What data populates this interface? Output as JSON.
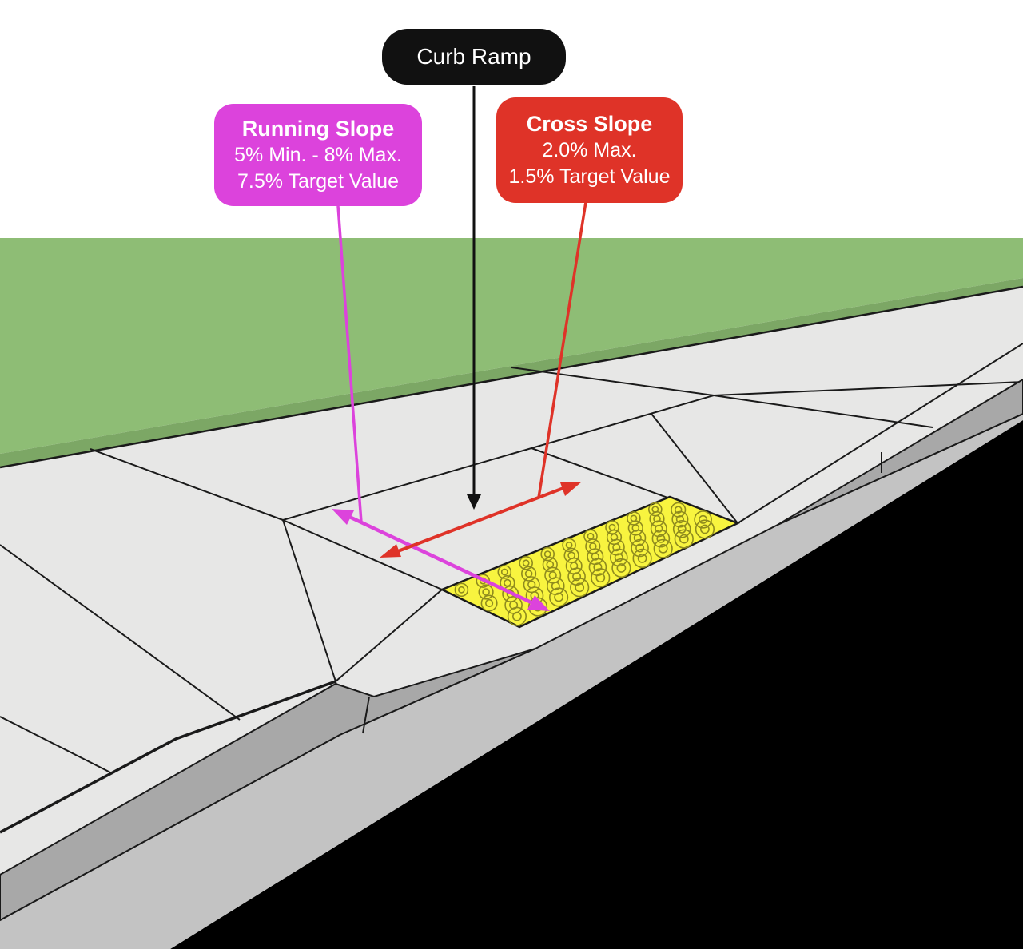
{
  "callouts": {
    "curb_ramp": {
      "label": "Curb Ramp"
    },
    "running_slope": {
      "title": "Running Slope",
      "line1": "5% Min. - 8% Max.",
      "line2": "7.5% Target Value"
    },
    "cross_slope": {
      "title": "Cross Slope",
      "line1": "2.0% Max.",
      "line2": "1.5% Target Value"
    }
  },
  "colors": {
    "background": "#FFFFFF",
    "grass": "#8EBD75",
    "grass_edge": "#7CA765",
    "sidewalk": "#E7E7E6",
    "curb_face": "#A8A8A8",
    "gutter": "#C3C3C3",
    "street": "#000000",
    "tactile_pad": "#F8F43F",
    "dome_outline": "#8F8B1E",
    "outline": "#1A1A1A",
    "curb_ramp_label_bg": "#111111",
    "running_slope_label_bg": "#DC43DC",
    "cross_slope_label_bg": "#DF3328",
    "label_text": "#FFFFFF",
    "black_arrow": "#111111"
  }
}
